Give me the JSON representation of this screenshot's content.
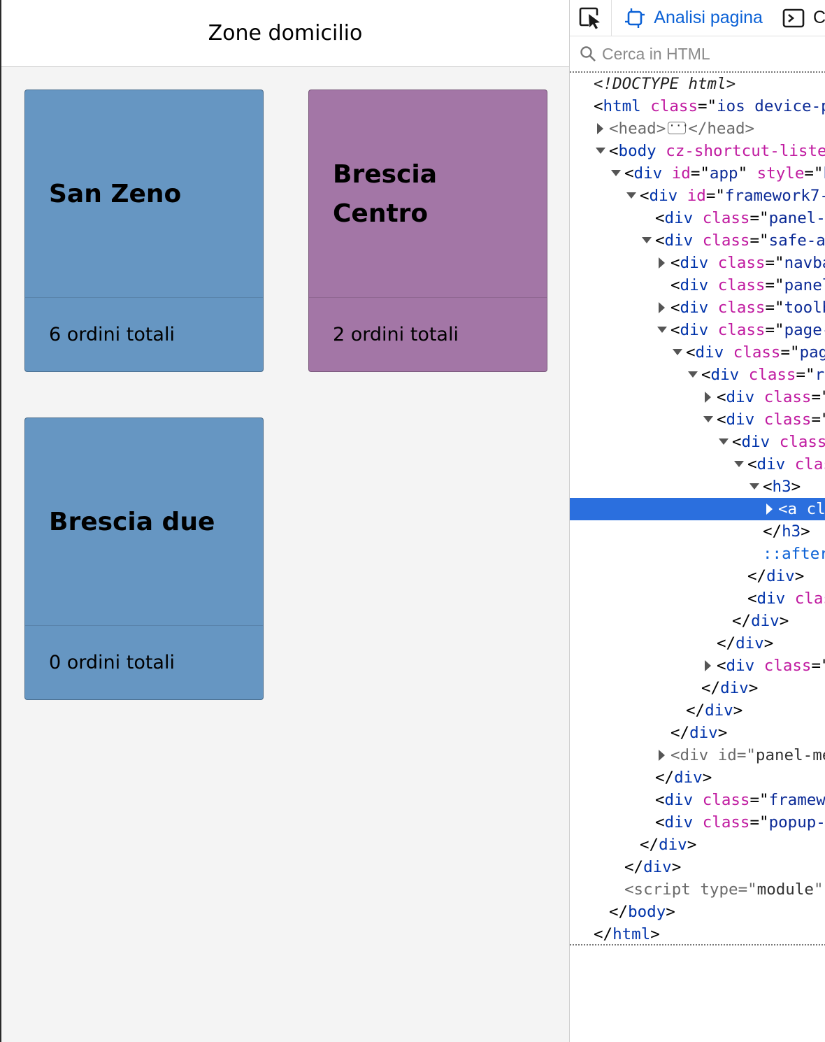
{
  "app": {
    "title": "Zone domicilio",
    "cards": [
      {
        "name": "San Zeno",
        "orders": "6 ordini totali",
        "color": "#6696c2"
      },
      {
        "name": "Brescia Centro",
        "orders": "2 ordini totali",
        "color": "#a376a6"
      },
      {
        "name": "Brescia due",
        "orders": "0 ordini totali",
        "color": "#6696c2"
      }
    ]
  },
  "devtools": {
    "inspector_tab": "Analisi pagina",
    "search_placeholder": "Cerca in HTML",
    "console_tab_partial": "C",
    "selected_row_color": "#2b6fde",
    "tree": [
      {
        "indent": 0,
        "twisty": "none",
        "parts": [
          [
            "dk",
            "<!DOCTYPE html>"
          ]
        ]
      },
      {
        "indent": 0,
        "twisty": "none",
        "parts": [
          [
            "p",
            "<"
          ],
          [
            "tg",
            "html"
          ],
          [
            "p",
            " "
          ],
          [
            "at",
            "class"
          ],
          [
            "p",
            "=\""
          ],
          [
            "av",
            "ios device-p"
          ]
        ]
      },
      {
        "indent": 1,
        "twisty": "closed",
        "parts": [
          [
            "gr",
            "<head>"
          ],
          [
            "ell",
            "···"
          ],
          [
            "gr",
            "</head>"
          ]
        ]
      },
      {
        "indent": 1,
        "twisty": "open",
        "parts": [
          [
            "p",
            "<"
          ],
          [
            "tg",
            "body"
          ],
          [
            "p",
            " "
          ],
          [
            "at",
            "cz-shortcut-listen"
          ]
        ]
      },
      {
        "indent": 2,
        "twisty": "open",
        "parts": [
          [
            "p",
            "<"
          ],
          [
            "tg",
            "div"
          ],
          [
            "p",
            " "
          ],
          [
            "at",
            "id"
          ],
          [
            "p",
            "=\""
          ],
          [
            "av",
            "app"
          ],
          [
            "p",
            "\" "
          ],
          [
            "at",
            "style"
          ],
          [
            "p",
            "=\""
          ],
          [
            "av",
            "h"
          ]
        ]
      },
      {
        "indent": 3,
        "twisty": "open",
        "parts": [
          [
            "p",
            "<"
          ],
          [
            "tg",
            "div"
          ],
          [
            "p",
            " "
          ],
          [
            "at",
            "id"
          ],
          [
            "p",
            "=\""
          ],
          [
            "av",
            "framework7-"
          ]
        ]
      },
      {
        "indent": 4,
        "twisty": "none",
        "parts": [
          [
            "p",
            "<"
          ],
          [
            "tg",
            "div"
          ],
          [
            "p",
            " "
          ],
          [
            "at",
            "class"
          ],
          [
            "p",
            "=\""
          ],
          [
            "av",
            "panel-b"
          ]
        ]
      },
      {
        "indent": 4,
        "twisty": "open",
        "parts": [
          [
            "p",
            "<"
          ],
          [
            "tg",
            "div"
          ],
          [
            "p",
            " "
          ],
          [
            "at",
            "class"
          ],
          [
            "p",
            "=\""
          ],
          [
            "av",
            "safe-ar"
          ]
        ]
      },
      {
        "indent": 5,
        "twisty": "closed",
        "parts": [
          [
            "p",
            "<"
          ],
          [
            "tg",
            "div"
          ],
          [
            "p",
            " "
          ],
          [
            "at",
            "class"
          ],
          [
            "p",
            "=\""
          ],
          [
            "av",
            "navba"
          ]
        ]
      },
      {
        "indent": 5,
        "twisty": "none",
        "parts": [
          [
            "p",
            "<"
          ],
          [
            "tg",
            "div"
          ],
          [
            "p",
            " "
          ],
          [
            "at",
            "class"
          ],
          [
            "p",
            "=\""
          ],
          [
            "av",
            "panel"
          ]
        ]
      },
      {
        "indent": 5,
        "twisty": "closed",
        "parts": [
          [
            "p",
            "<"
          ],
          [
            "tg",
            "div"
          ],
          [
            "p",
            " "
          ],
          [
            "at",
            "class"
          ],
          [
            "p",
            "=\""
          ],
          [
            "av",
            "toolb"
          ]
        ]
      },
      {
        "indent": 5,
        "twisty": "open",
        "parts": [
          [
            "p",
            "<"
          ],
          [
            "tg",
            "div"
          ],
          [
            "p",
            " "
          ],
          [
            "at",
            "class"
          ],
          [
            "p",
            "=\""
          ],
          [
            "av",
            "page-"
          ]
        ]
      },
      {
        "indent": 6,
        "twisty": "open",
        "parts": [
          [
            "p",
            "<"
          ],
          [
            "tg",
            "div"
          ],
          [
            "p",
            " "
          ],
          [
            "at",
            "class"
          ],
          [
            "p",
            "=\""
          ],
          [
            "av",
            "pag"
          ]
        ]
      },
      {
        "indent": 7,
        "twisty": "open",
        "parts": [
          [
            "p",
            "<"
          ],
          [
            "tg",
            "div"
          ],
          [
            "p",
            " "
          ],
          [
            "at",
            "class"
          ],
          [
            "p",
            "=\""
          ],
          [
            "av",
            "ro"
          ]
        ]
      },
      {
        "indent": 8,
        "twisty": "closed",
        "parts": [
          [
            "p",
            "<"
          ],
          [
            "tg",
            "div"
          ],
          [
            "p",
            " "
          ],
          [
            "at",
            "class"
          ],
          [
            "p",
            "=\""
          ]
        ]
      },
      {
        "indent": 8,
        "twisty": "open",
        "parts": [
          [
            "p",
            "<"
          ],
          [
            "tg",
            "div"
          ],
          [
            "p",
            " "
          ],
          [
            "at",
            "class"
          ],
          [
            "p",
            "=\""
          ]
        ]
      },
      {
        "indent": 9,
        "twisty": "open",
        "parts": [
          [
            "p",
            "<"
          ],
          [
            "tg",
            "div"
          ],
          [
            "p",
            " "
          ],
          [
            "at",
            "class"
          ]
        ]
      },
      {
        "indent": 10,
        "twisty": "open",
        "parts": [
          [
            "p",
            "<"
          ],
          [
            "tg",
            "div"
          ],
          [
            "p",
            " "
          ],
          [
            "at",
            "clas"
          ]
        ]
      },
      {
        "indent": 11,
        "twisty": "open",
        "parts": [
          [
            "p",
            "<"
          ],
          [
            "tg",
            "h3"
          ],
          [
            "p",
            ">"
          ]
        ]
      },
      {
        "indent": 12,
        "twisty": "closed",
        "selected": true,
        "parts": [
          [
            "p",
            "<"
          ],
          [
            "tg",
            "a"
          ],
          [
            "p",
            " "
          ],
          [
            "at",
            "cl"
          ]
        ]
      },
      {
        "indent": 11,
        "twisty": "none",
        "parts": [
          [
            "p",
            "</"
          ],
          [
            "tg",
            "h3"
          ],
          [
            "p",
            ">"
          ]
        ]
      },
      {
        "indent": 11,
        "twisty": "none",
        "parts": [
          [
            "ps",
            "::after"
          ]
        ]
      },
      {
        "indent": 10,
        "twisty": "none",
        "parts": [
          [
            "p",
            "</"
          ],
          [
            "tg",
            "div"
          ],
          [
            "p",
            ">"
          ]
        ]
      },
      {
        "indent": 10,
        "twisty": "none",
        "parts": [
          [
            "p",
            "<"
          ],
          [
            "tg",
            "div"
          ],
          [
            "p",
            " "
          ],
          [
            "at",
            "clas"
          ]
        ]
      },
      {
        "indent": 9,
        "twisty": "none",
        "parts": [
          [
            "p",
            "</"
          ],
          [
            "tg",
            "div"
          ],
          [
            "p",
            ">"
          ]
        ]
      },
      {
        "indent": 8,
        "twisty": "none",
        "parts": [
          [
            "p",
            "</"
          ],
          [
            "tg",
            "div"
          ],
          [
            "p",
            ">"
          ]
        ]
      },
      {
        "indent": 8,
        "twisty": "closed",
        "parts": [
          [
            "p",
            "<"
          ],
          [
            "tg",
            "div"
          ],
          [
            "p",
            " "
          ],
          [
            "at",
            "class"
          ],
          [
            "p",
            "=\""
          ]
        ]
      },
      {
        "indent": 7,
        "twisty": "none",
        "parts": [
          [
            "p",
            "</"
          ],
          [
            "tg",
            "div"
          ],
          [
            "p",
            ">"
          ]
        ]
      },
      {
        "indent": 6,
        "twisty": "none",
        "parts": [
          [
            "p",
            "</"
          ],
          [
            "tg",
            "div"
          ],
          [
            "p",
            ">"
          ]
        ]
      },
      {
        "indent": 5,
        "twisty": "none",
        "parts": [
          [
            "p",
            "</"
          ],
          [
            "tg",
            "div"
          ],
          [
            "p",
            ">"
          ]
        ]
      },
      {
        "indent": 5,
        "twisty": "closed",
        "parts": [
          [
            "gr",
            "<div "
          ],
          [
            "gr",
            "id"
          ],
          [
            "gr",
            "=\""
          ],
          [
            "grv",
            "panel-me"
          ]
        ]
      },
      {
        "indent": 4,
        "twisty": "none",
        "parts": [
          [
            "p",
            "</"
          ],
          [
            "tg",
            "div"
          ],
          [
            "p",
            ">"
          ]
        ]
      },
      {
        "indent": 4,
        "twisty": "none",
        "parts": [
          [
            "p",
            "<"
          ],
          [
            "tg",
            "div"
          ],
          [
            "p",
            " "
          ],
          [
            "at",
            "class"
          ],
          [
            "p",
            "=\""
          ],
          [
            "av",
            "framewo"
          ]
        ]
      },
      {
        "indent": 4,
        "twisty": "none",
        "parts": [
          [
            "p",
            "<"
          ],
          [
            "tg",
            "div"
          ],
          [
            "p",
            " "
          ],
          [
            "at",
            "class"
          ],
          [
            "p",
            "=\""
          ],
          [
            "av",
            "popup-b"
          ]
        ]
      },
      {
        "indent": 3,
        "twisty": "none",
        "parts": [
          [
            "p",
            "</"
          ],
          [
            "tg",
            "div"
          ],
          [
            "p",
            ">"
          ]
        ]
      },
      {
        "indent": 2,
        "twisty": "none",
        "parts": [
          [
            "p",
            "</"
          ],
          [
            "tg",
            "div"
          ],
          [
            "p",
            ">"
          ]
        ]
      },
      {
        "indent": 2,
        "twisty": "none",
        "parts": [
          [
            "gr",
            "<script "
          ],
          [
            "gr",
            "type"
          ],
          [
            "gr",
            "=\""
          ],
          [
            "grv",
            "module"
          ],
          [
            "gr",
            "\""
          ]
        ]
      },
      {
        "indent": 1,
        "twisty": "none",
        "parts": [
          [
            "p",
            "</"
          ],
          [
            "tg",
            "body"
          ],
          [
            "p",
            ">"
          ]
        ]
      },
      {
        "indent": 0,
        "twisty": "none",
        "parts": [
          [
            "p",
            "</"
          ],
          [
            "tg",
            "html"
          ],
          [
            "p",
            ">"
          ]
        ]
      }
    ]
  }
}
